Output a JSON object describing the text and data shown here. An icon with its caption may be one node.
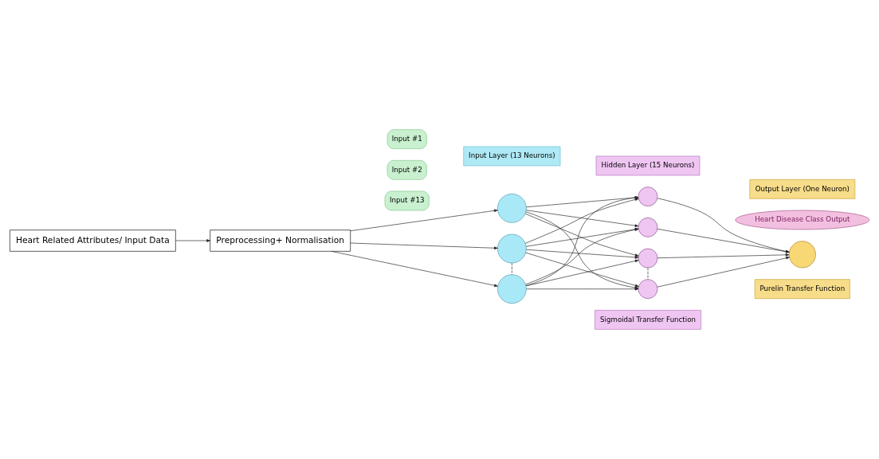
{
  "diagram": {
    "nodes": [
      {
        "text": [
          "Heart Related Attributes/ Input Data"
        ]
      },
      {
        "text": [
          "Preprocessing+ Normalisation"
        ]
      },
      {
        "text": [
          "Input Layer (13 Neurons)"
        ]
      },
      {
        "text": [
          "Input #1"
        ]
      },
      {
        "text": [
          "Input #2"
        ]
      },
      {
        "text": [
          "Input #13"
        ]
      },
      {
        "text": [],
        "shape": "circle"
      },
      {
        "text": [],
        "shape": "circle"
      },
      {
        "text": [],
        "shape": "circle"
      },
      {
        "text": [
          "Hidden Layer (15 Neurons)"
        ]
      },
      {
        "text": [],
        "shape": "circle"
      },
      {
        "text": [],
        "shape": "circle"
      },
      {
        "text": [],
        "shape": "circle"
      },
      {
        "text": [],
        "shape": "circle"
      },
      {
        "text": [
          "Sigmoidal Transfer Function"
        ]
      },
      {
        "text": [
          "Output Layer (One Neuron)"
        ]
      },
      {
        "text": [
          "Heart Disease Class Output"
        ]
      },
      {
        "text": [],
        "shape": "circle"
      },
      {
        "text": [
          "Purelin Transfer Function"
        ]
      }
    ],
    "edges": [
      {
        "from": 0,
        "to": 1,
        "arrow": "to"
      },
      {
        "from": 1,
        "to": 6,
        "arrow": "to"
      },
      {
        "from": 1,
        "to": 7,
        "arrow": "to"
      },
      {
        "from": 1,
        "to": 8,
        "arrow": "to"
      },
      {
        "from": 6,
        "to": 10,
        "arrow": "to"
      },
      {
        "from": 6,
        "to": 11,
        "arrow": "to"
      },
      {
        "from": 6,
        "to": 12,
        "arrow": "to"
      },
      {
        "from": 6,
        "to": 13,
        "arrow": "to"
      },
      {
        "from": 7,
        "to": 10,
        "arrow": "to"
      },
      {
        "from": 7,
        "to": 11,
        "arrow": "to"
      },
      {
        "from": 7,
        "to": 12,
        "arrow": "to"
      },
      {
        "from": 7,
        "to": 13,
        "arrow": "to"
      },
      {
        "from": 8,
        "to": 10,
        "arrow": "to"
      },
      {
        "from": 8,
        "to": 11,
        "arrow": "to"
      },
      {
        "from": 8,
        "to": 12,
        "arrow": "to"
      },
      {
        "from": 8,
        "to": 13,
        "arrow": "to"
      },
      {
        "from": 10,
        "to": 17,
        "arrow": "to"
      },
      {
        "from": 11,
        "to": 17,
        "arrow": "to"
      },
      {
        "from": 12,
        "to": 17,
        "arrow": "to"
      },
      {
        "from": 13,
        "to": 17,
        "arrow": "to"
      },
      {
        "from": 7,
        "to": 8,
        "arrow": "none",
        "style": "dashed"
      },
      {
        "from": 12,
        "to": 13,
        "arrow": "none",
        "style": "dashed"
      }
    ]
  }
}
